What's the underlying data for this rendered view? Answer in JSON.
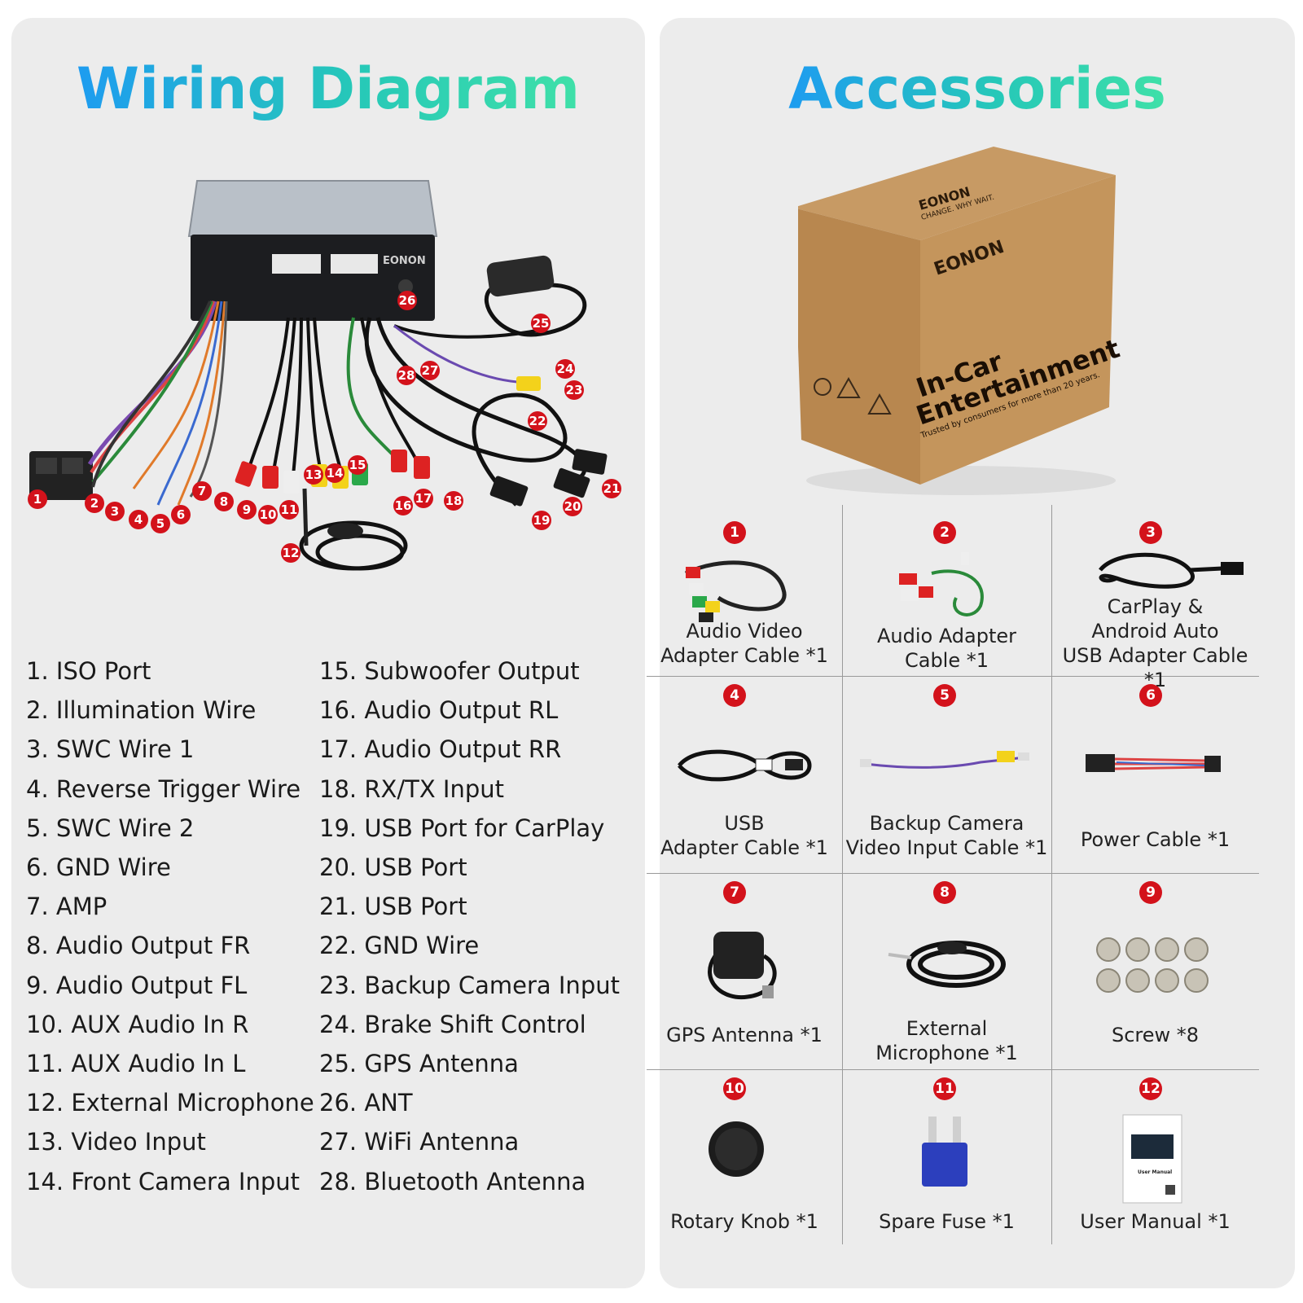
{
  "wiring": {
    "title": "Wiring Diagram",
    "brand": "EONON",
    "legend_col1": [
      "1. ISO Port",
      "2. Illumination Wire",
      "3. SWC Wire 1",
      "4. Reverse Trigger Wire",
      "5. SWC Wire 2",
      "6. GND Wire",
      "7. AMP",
      "8. Audio Output FR",
      "9. Audio Output FL",
      "10. AUX Audio In R",
      "11. AUX Audio In L",
      "12. External Microphone",
      "13. Video Input",
      "14. Front Camera Input"
    ],
    "legend_col2": [
      "15. Subwoofer Output",
      "16. Audio Output RL",
      "17. Audio Output RR",
      "18. RX/TX Input",
      "19. USB Port for CarPlay",
      "20. USB Port",
      "21. USB Port",
      "22. GND Wire",
      "23. Backup Camera Input",
      "24. Brake Shift Control",
      "25. GPS Antenna",
      "26. ANT",
      "27. WiFi Antenna",
      "28. Bluetooth Antenna"
    ],
    "callouts": [
      "1",
      "2",
      "3",
      "4",
      "5",
      "6",
      "7",
      "8",
      "9",
      "10",
      "11",
      "12",
      "13",
      "14",
      "15",
      "16",
      "17",
      "18",
      "19",
      "20",
      "21",
      "22",
      "23",
      "24",
      "25",
      "26",
      "27",
      "28"
    ]
  },
  "accessories": {
    "title": "Accessories",
    "box": {
      "brand": "EONON",
      "tagline": "CHANGE. WHY WAIT.",
      "headline_1": "In-Car",
      "headline_2": "Entertainment",
      "subline": "Trusted by consumers for more than 20 years."
    },
    "items": [
      {
        "num": "1",
        "label": "Audio Video\nAdapter Cable *1"
      },
      {
        "num": "2",
        "label": "Audio Adapter\nCable *1"
      },
      {
        "num": "3",
        "label": "CarPlay &\nAndroid Auto\nUSB Adapter Cable *1"
      },
      {
        "num": "4",
        "label": "USB\nAdapter Cable *1"
      },
      {
        "num": "5",
        "label": "Backup Camera\nVideo Input Cable *1"
      },
      {
        "num": "6",
        "label": "Power Cable *1"
      },
      {
        "num": "7",
        "label": "GPS Antenna *1"
      },
      {
        "num": "8",
        "label": "External\nMicrophone *1"
      },
      {
        "num": "9",
        "label": "Screw *8"
      },
      {
        "num": "10",
        "label": "Rotary Knob *1"
      },
      {
        "num": "11",
        "label": "Spare Fuse *1"
      },
      {
        "num": "12",
        "label": "User Manual *1"
      }
    ],
    "manual_cover": "User Manual"
  }
}
